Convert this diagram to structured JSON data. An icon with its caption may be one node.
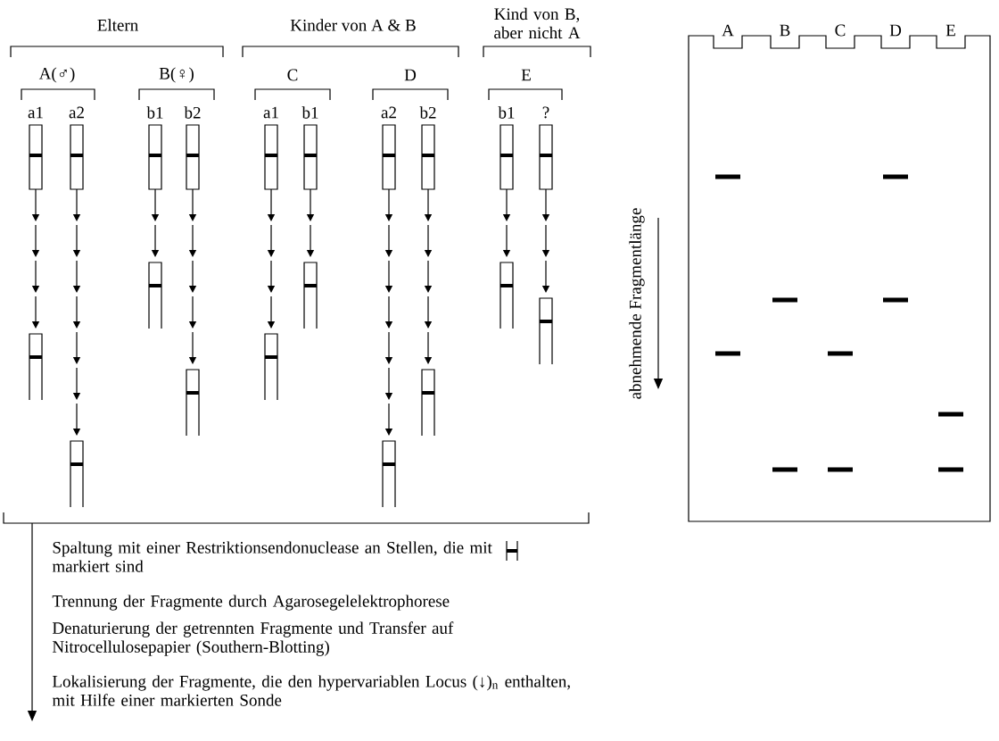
{
  "diagram": {
    "labels": [
      "Eltern",
      "Kinder von A & B",
      "Kind von B, aber nicht A",
      "A(♂)",
      "B(♀)",
      "C",
      "D",
      "E",
      "a1",
      "a2",
      "b1",
      "b2",
      "a1",
      "b1",
      "a2",
      "b2",
      "b1",
      "?",
      "A",
      "B",
      "C",
      "D",
      "E",
      "abnehmende Fragmentlänge",
      "Spaltung mit einer Restriktionsendonuclease an Stellen, die mit markiert sind",
      "Trennung der Fragmente durch Agarosegelelektrophorese",
      "Denaturierung der getrennten Fragmente und Transfer auf Nitrocellulosepapier (Southern-Blotting)",
      "Lokalisierung der Fragmente, die den hypervariablen Locus (↓)$_{n}$ enthalten, mit Hilfe einer markierten Sonde"
    ]
  }
}
